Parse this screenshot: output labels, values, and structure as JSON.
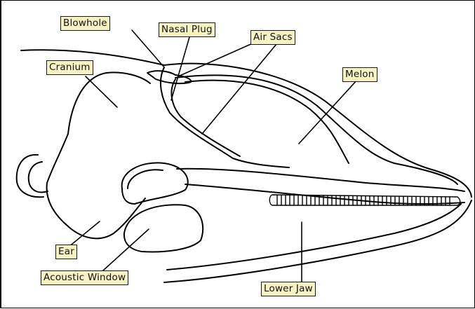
{
  "labels": {
    "blowhole": "Blowhole",
    "nasal_plug": "Nasal Plug",
    "air_sacs": "Air Sacs",
    "cranium": "Cranium",
    "melon": "Melon",
    "ear": "Ear",
    "acoustic_window": "Acoustic Window",
    "lower_jaw": "Lower Jaw"
  },
  "colors": {
    "label_fill": "#f7f2c2",
    "outline": "#000000"
  }
}
